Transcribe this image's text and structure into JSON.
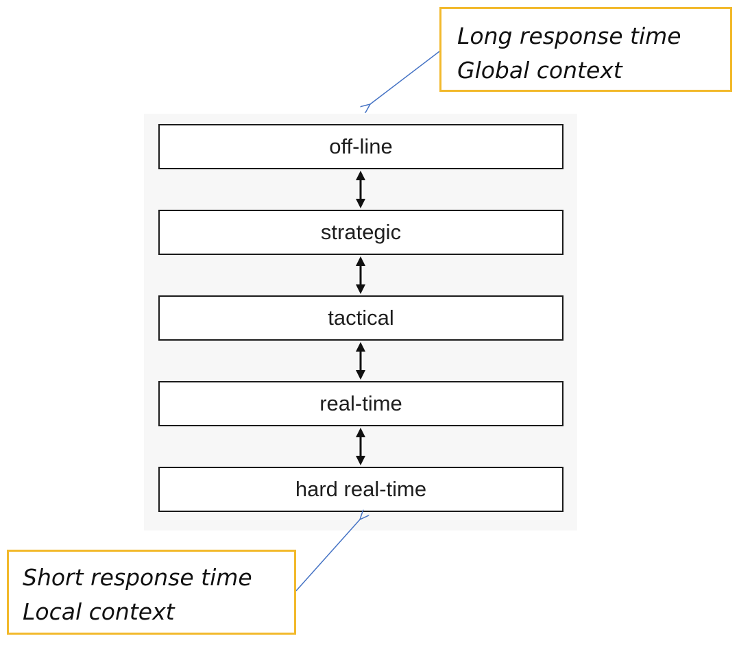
{
  "diagram": {
    "layers": [
      {
        "label": "off-line"
      },
      {
        "label": "strategic"
      },
      {
        "label": "tactical"
      },
      {
        "label": "real-time"
      },
      {
        "label": "hard real-time"
      }
    ],
    "top_note": {
      "line1": "Long response time",
      "line2": "Global context"
    },
    "bottom_note": {
      "line1": "Short response time",
      "line2": "Local context"
    },
    "colors": {
      "note_border": "#f2b92b",
      "pointer_arrow": "#4472c4",
      "layer_border": "#1a1a1a"
    }
  }
}
